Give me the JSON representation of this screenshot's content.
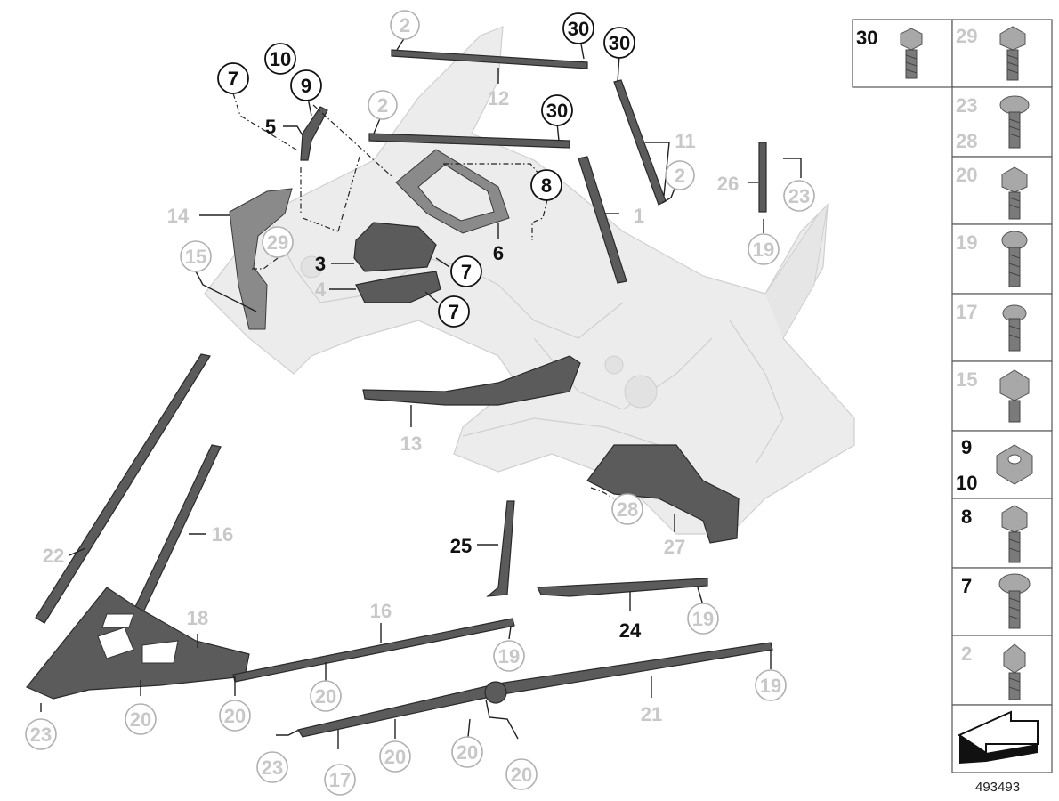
{
  "document_number": "493493",
  "callouts": {
    "c1": "1",
    "c2a": "2",
    "c2b": "2",
    "c2c": "2",
    "c3": "3",
    "c4": "4",
    "c5": "5",
    "c6": "6",
    "c7a": "7",
    "c7b": "7",
    "c7c": "7",
    "c8": "8",
    "c9": "9",
    "c10": "10",
    "c11": "11",
    "c12": "12",
    "c13": "13",
    "c14": "14",
    "c15": "15",
    "c16a": "16",
    "c16b": "16",
    "c17": "17",
    "c18": "18",
    "c19a": "19",
    "c19b": "19",
    "c19c": "19",
    "c19d": "19",
    "c20a": "20",
    "c20b": "20",
    "c20c": "20",
    "c20d": "20",
    "c20e": "20",
    "c20f": "20",
    "c21": "21",
    "c22": "22",
    "c23a": "23",
    "c23b": "23",
    "c23c": "23",
    "c24": "24",
    "c25": "25",
    "c26": "26",
    "c27": "27",
    "c28": "28",
    "c29": "29",
    "c30a": "30",
    "c30b": "30",
    "c30c": "30"
  },
  "fastener_panel": {
    "cells": [
      {
        "label": "30"
      },
      {
        "label": "29"
      },
      {
        "label": "23",
        "label2": "28"
      },
      {
        "label": "20"
      },
      {
        "label": "19"
      },
      {
        "label": "17"
      },
      {
        "label": "15"
      },
      {
        "label": "9",
        "label2": "10"
      },
      {
        "label": "8"
      },
      {
        "label": "7"
      },
      {
        "label": "2"
      }
    ]
  }
}
